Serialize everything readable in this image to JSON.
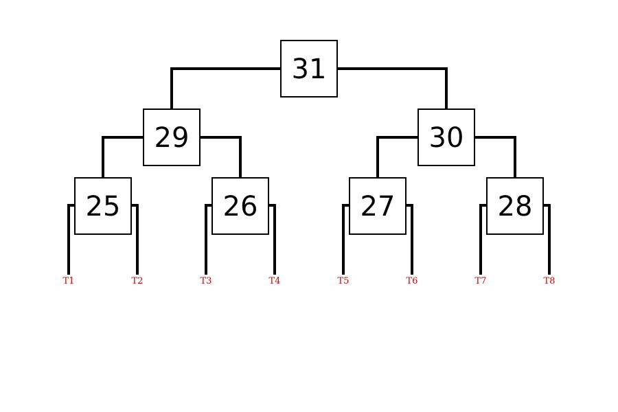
{
  "tree": {
    "root": "31",
    "level2": [
      "29",
      "30"
    ],
    "level3": [
      "25",
      "26",
      "27",
      "28"
    ],
    "leaves": [
      "T1",
      "T2",
      "T3",
      "T4",
      "T5",
      "T6",
      "T7",
      "T8"
    ]
  },
  "colors": {
    "line": "#000000",
    "box_border": "#000000",
    "leaf_label": "#d40000"
  }
}
